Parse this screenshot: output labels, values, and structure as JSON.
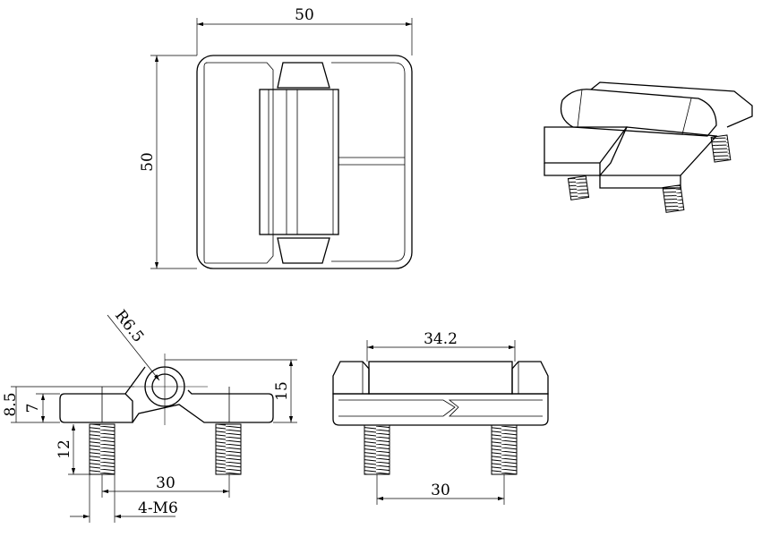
{
  "top_view": {
    "width_label": "50",
    "height_label": "50"
  },
  "front_view": {
    "radius_label": "R6.5",
    "total_height_label": "15",
    "pin_height_label": "8.5",
    "plate_thickness_label": "7",
    "bolt_length_label": "12",
    "bolt_spacing_label": "30",
    "thread_label": "4-M6"
  },
  "side_view": {
    "knuckle_length_label": "34.2",
    "bolt_spacing_label": "30"
  }
}
